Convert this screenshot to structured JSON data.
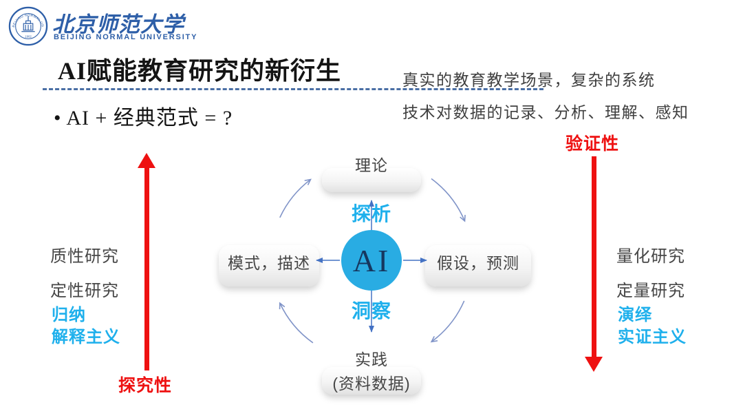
{
  "slide": {
    "logo": {
      "cn": "北京师范大学",
      "en": "BEIJING NORMAL UNIVERSITY"
    },
    "title": "AI赋能教育研究的新衍生",
    "bullet": "• AI + 经典范式 = ?",
    "notes": {
      "line1": "真实的教育教学场景，复杂的系统",
      "line2": "技术对数据的记录、分析、理解、感知"
    }
  },
  "left_axis": {
    "label": "探究性",
    "terms": [
      "质性研究",
      "定性研究"
    ],
    "highlights": [
      "归纳",
      "解释主义"
    ]
  },
  "right_axis": {
    "label": "验证性",
    "terms": [
      "量化研究",
      "定量研究"
    ],
    "highlights": [
      "演绎",
      "实证主义"
    ]
  },
  "diagram": {
    "center_label": "AI",
    "nodes": {
      "top": "理论",
      "right": "假设，预测",
      "bottom_title": "实践",
      "bottom_sub": "(资料数据)",
      "left": "模式，描述"
    },
    "links": {
      "top": "探析",
      "bottom": "洞察"
    }
  },
  "colors": {
    "accent_cyan": "#1FB0EC",
    "accent_red": "#EE1111",
    "logo_blue": "#2E5FA8",
    "ai_circle_blue": "#29ACE3",
    "connector_blue": "#4472C4",
    "arc_blue": "#8094C8",
    "dash_line_blue": "#4A6FA5"
  }
}
